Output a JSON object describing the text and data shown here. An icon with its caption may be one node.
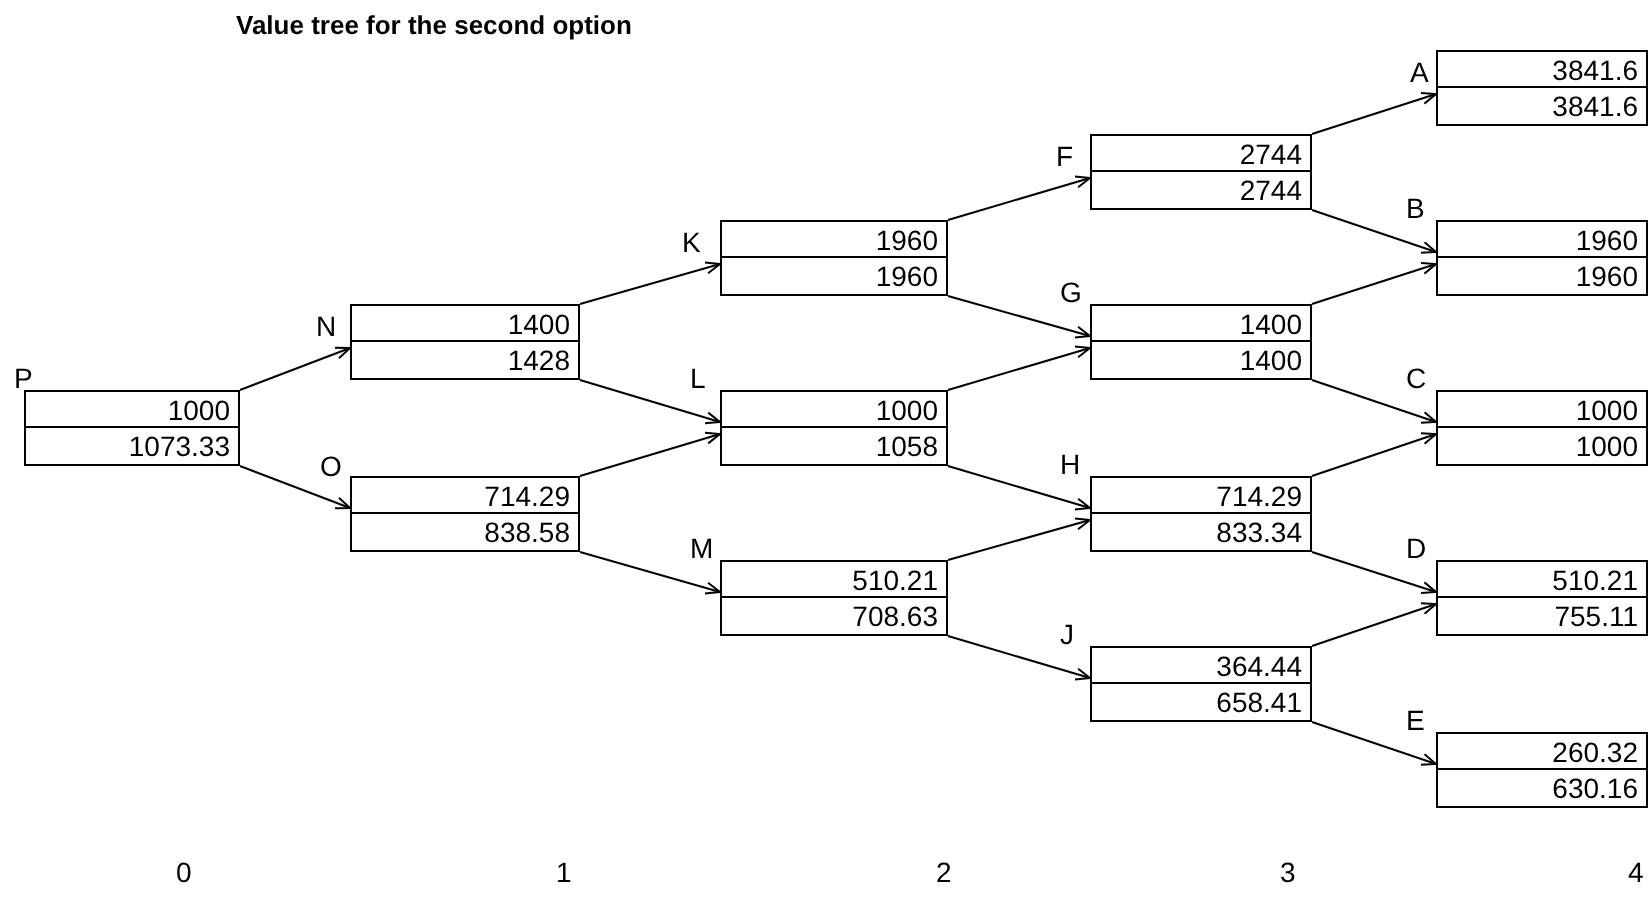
{
  "diagram": {
    "title": "Value tree for the second option",
    "nodes": [
      {
        "text": [
          "P",
          "1000",
          "1073.33"
        ]
      },
      {
        "text": [
          "N",
          "1400",
          "1428"
        ]
      },
      {
        "text": [
          "O",
          "714.29",
          "838.58"
        ]
      },
      {
        "text": [
          "K",
          "1960",
          "1960"
        ]
      },
      {
        "text": [
          "L",
          "1000",
          "1058"
        ]
      },
      {
        "text": [
          "M",
          "510.21",
          "708.63"
        ]
      },
      {
        "text": [
          "F",
          "2744",
          "2744"
        ]
      },
      {
        "text": [
          "G",
          "1400",
          "1400"
        ]
      },
      {
        "text": [
          "H",
          "714.29",
          "833.34"
        ]
      },
      {
        "text": [
          "J",
          "364.44",
          "658.41"
        ]
      },
      {
        "text": [
          "A",
          "3841.6",
          "3841.6"
        ]
      },
      {
        "text": [
          "B",
          "1960",
          "1960"
        ]
      },
      {
        "text": [
          "C",
          "1000",
          "1000"
        ]
      },
      {
        "text": [
          "D",
          "510.21",
          "755.11"
        ]
      },
      {
        "text": [
          "E",
          "260.32",
          "630.16"
        ]
      }
    ],
    "edges": [
      {
        "from": 0,
        "to": 1,
        "arrow": "to"
      },
      {
        "from": 0,
        "to": 2,
        "arrow": "to"
      },
      {
        "from": 1,
        "to": 3,
        "arrow": "to"
      },
      {
        "from": 1,
        "to": 4,
        "arrow": "to"
      },
      {
        "from": 2,
        "to": 4,
        "arrow": "to"
      },
      {
        "from": 2,
        "to": 5,
        "arrow": "to"
      },
      {
        "from": 3,
        "to": 6,
        "arrow": "to"
      },
      {
        "from": 3,
        "to": 7,
        "arrow": "to"
      },
      {
        "from": 4,
        "to": 7,
        "arrow": "to"
      },
      {
        "from": 4,
        "to": 8,
        "arrow": "to"
      },
      {
        "from": 5,
        "to": 8,
        "arrow": "to"
      },
      {
        "from": 5,
        "to": 9,
        "arrow": "to"
      },
      {
        "from": 6,
        "to": 10,
        "arrow": "to"
      },
      {
        "from": 6,
        "to": 11,
        "arrow": "to"
      },
      {
        "from": 7,
        "to": 11,
        "arrow": "to"
      },
      {
        "from": 7,
        "to": 12,
        "arrow": "to"
      },
      {
        "from": 8,
        "to": 12,
        "arrow": "to"
      },
      {
        "from": 8,
        "to": 13,
        "arrow": "to"
      },
      {
        "from": 9,
        "to": 13,
        "arrow": "to"
      },
      {
        "from": 9,
        "to": 14,
        "arrow": "to"
      }
    ],
    "labels": [
      "0",
      "1",
      "2",
      "3",
      "4"
    ]
  }
}
